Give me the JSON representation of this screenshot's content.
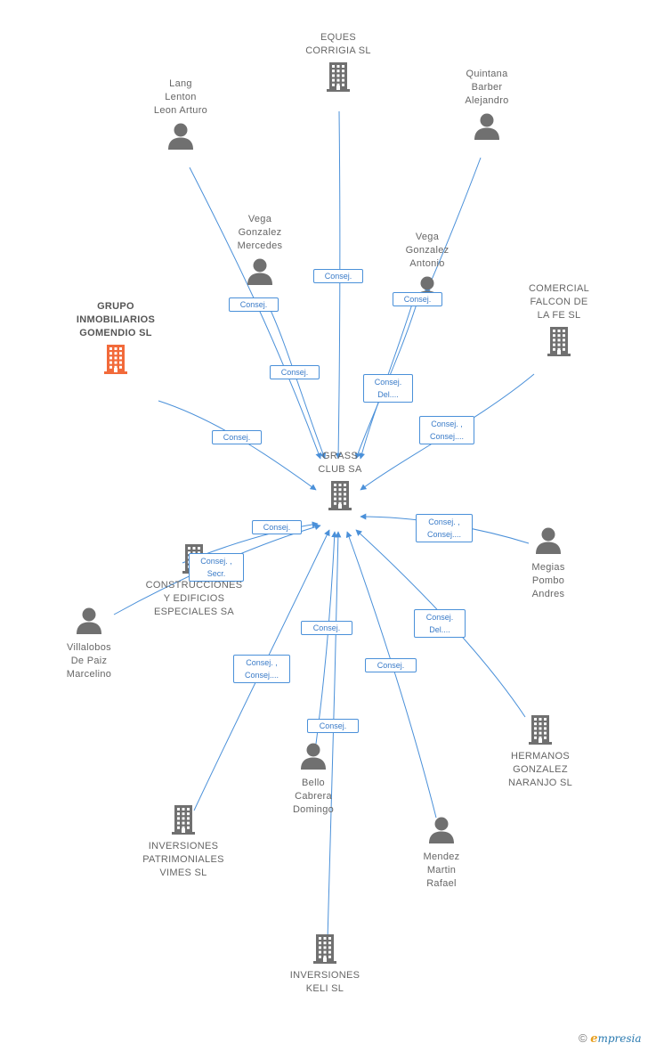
{
  "nodes": {
    "eques": {
      "label": [
        "EQUES",
        "CORRIGIA SL"
      ],
      "icon": "building-icon"
    },
    "lang": {
      "label": [
        "Lang",
        "Lenton",
        "Leon Arturo"
      ],
      "icon": "person-icon"
    },
    "quintana": {
      "label": [
        "Quintana",
        "Barber",
        "Alejandro"
      ],
      "icon": "person-icon"
    },
    "vega_mercedes": {
      "label": [
        "Vega",
        "Gonzalez",
        "Mercedes"
      ],
      "icon": "person-icon"
    },
    "vega_antonio": {
      "label": [
        "Vega",
        "Gonzalez",
        "Antonio"
      ],
      "icon": "person-icon"
    },
    "grupo": {
      "label": [
        "GRUPO",
        "INMOBILIARIOS",
        "GOMENDIO SL"
      ],
      "icon": "building-icon",
      "highlight": "#f26a3a"
    },
    "comercial": {
      "label": [
        "COMERCIAL",
        "FALCON DE",
        "LA FE SL"
      ],
      "icon": "building-icon"
    },
    "grass": {
      "label": [
        "GRASS",
        "CLUB SA"
      ],
      "icon": "building-icon"
    },
    "construcciones": {
      "label": [
        "CONSTRUCCIONES",
        "Y EDIFICIOS",
        "ESPECIALES SA"
      ],
      "icon": "building-icon"
    },
    "megias": {
      "label": [
        "Megias",
        "Pombo",
        "Andres"
      ],
      "icon": "person-icon"
    },
    "villalobos": {
      "label": [
        "Villalobos",
        "De Paiz",
        "Marcelino"
      ],
      "icon": "person-icon"
    },
    "hermanos": {
      "label": [
        "HERMANOS",
        "GONZALEZ",
        "NARANJO SL"
      ],
      "icon": "building-icon"
    },
    "bello": {
      "label": [
        "Bello",
        "Cabrera",
        "Domingo"
      ],
      "icon": "person-icon"
    },
    "patrimoniales": {
      "label": [
        "INVERSIONES",
        "PATRIMONIALES",
        "VIMES SL"
      ],
      "icon": "building-icon"
    },
    "mendez": {
      "label": [
        "Mendez",
        "Martin",
        "Rafael"
      ],
      "icon": "person-icon"
    },
    "keli": {
      "label": [
        "INVERSIONES",
        "KELI SL"
      ],
      "icon": "building-icon"
    }
  },
  "edges": [
    {
      "from": "eques",
      "label": [
        "Consej."
      ]
    },
    {
      "from": "lang",
      "label": [
        "Consej."
      ]
    },
    {
      "from": "vega_mercedes",
      "label": [
        "Consej."
      ]
    },
    {
      "from": "quintana",
      "label": [
        "Consej."
      ]
    },
    {
      "from": "vega_antonio",
      "label": [
        "Consej.",
        "Del...."
      ]
    },
    {
      "from": "grupo",
      "label": [
        "Consej."
      ]
    },
    {
      "from": "comercial",
      "label": [
        "Consej. ,",
        "Consej...."
      ]
    },
    {
      "from": "construcciones",
      "label": [
        "Consej."
      ]
    },
    {
      "from": "villalobos",
      "label": [
        "Consej. ,",
        "Secr."
      ]
    },
    {
      "from": "megias",
      "label": [
        "Consej. ,",
        "Consej...."
      ]
    },
    {
      "from": "hermanos",
      "label": [
        "Consej.",
        "Del...."
      ]
    },
    {
      "from": "patrimoniales",
      "label": [
        "Consej. ,",
        "Consej...."
      ]
    },
    {
      "from": "bello",
      "label": [
        "Consej."
      ]
    },
    {
      "from": "keli",
      "label": [
        "Consej."
      ]
    },
    {
      "from": "mendez",
      "label": [
        "Consej."
      ]
    }
  ],
  "colors": {
    "edge": "#4a90d9",
    "icon": "#707070",
    "label_text": "#3a7bc8"
  },
  "brand": {
    "copyright": "©",
    "e": "e",
    "rest": "mpresia"
  }
}
